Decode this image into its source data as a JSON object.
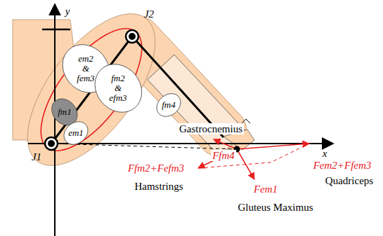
{
  "diagram": {
    "nodes": [
      {
        "text": [
          "em2 & fem3"
        ]
      },
      {
        "text": [
          "fm2 & efm3"
        ]
      },
      {
        "text": [
          "fm1"
        ]
      },
      {
        "text": [
          "em1"
        ]
      },
      {
        "text": [
          "fm4"
        ]
      }
    ],
    "labels": [
      "y",
      "x",
      "J1",
      "J2",
      "Gastrocnemius",
      "Ffm4",
      "Ffm2+Fefm3",
      "Hamstrings",
      "Fem1",
      "Gluteus Maximus",
      "Fem2+Ffem3",
      "Quadriceps"
    ]
  }
}
